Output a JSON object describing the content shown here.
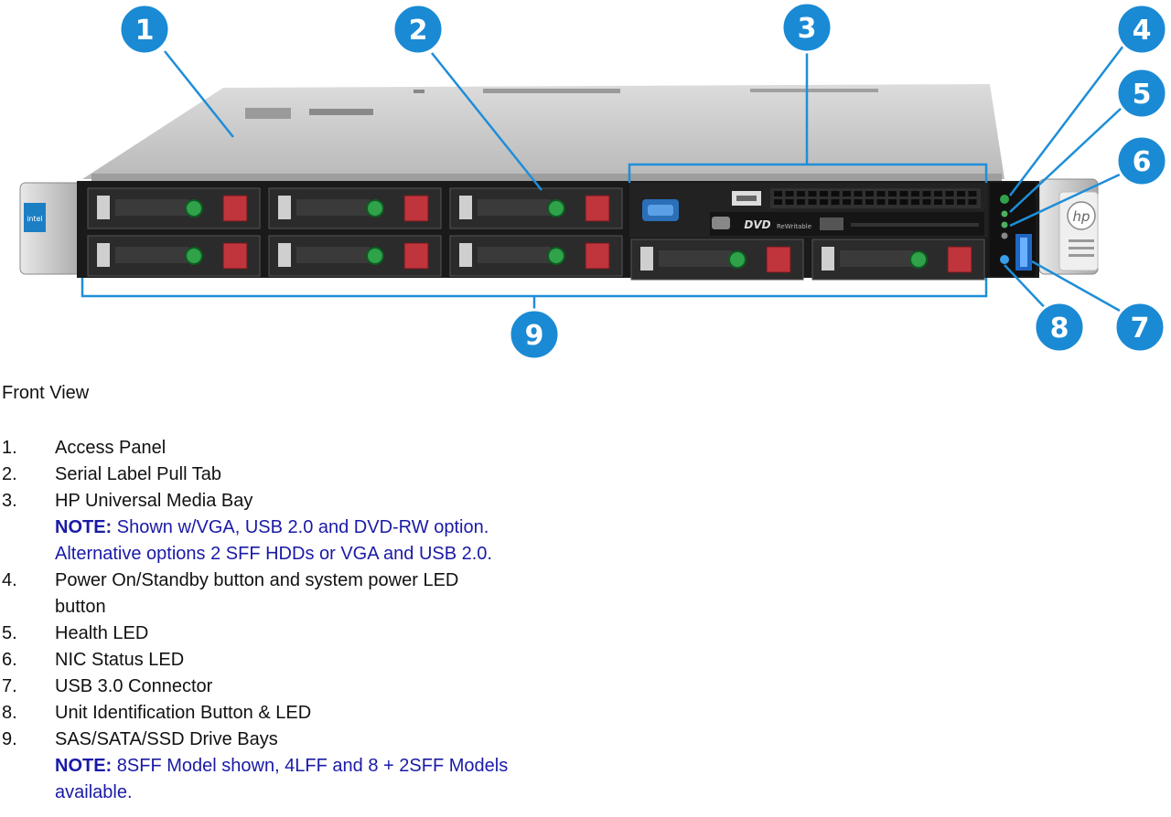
{
  "heading": "Front View",
  "callouts": [
    "1",
    "2",
    "3",
    "4",
    "5",
    "6",
    "7",
    "8",
    "9"
  ],
  "badge_text": {
    "intel": "intel",
    "hp": "hp",
    "dvd": "DVD",
    "dvd_sub": "ReWritable"
  },
  "colors": {
    "callout_blue": "#1a8ad4",
    "leader_blue": "#1e8ed8",
    "note_blue": "#1a1aa6",
    "drive_red": "#c0343c",
    "led_green": "#2fa24a"
  },
  "items": [
    {
      "num": "1.",
      "label": "Access Panel"
    },
    {
      "num": "2.",
      "label": "Serial Label Pull Tab"
    },
    {
      "num": "3.",
      "label": " HP Universal Media Bay",
      "note_prefix": "NOTE:",
      "note": " Shown w/VGA, USB 2.0 and DVD-RW option.",
      "note2": "Alternative options 2 SFF HDDs or VGA and USB 2.0."
    },
    {
      "num": "4.",
      "label": "Power On/Standby button and system power LED",
      "label2": "button"
    },
    {
      "num": "5.",
      "label": "Health LED"
    },
    {
      "num": "6.",
      "label": "NIC Status LED"
    },
    {
      "num": "7.",
      "label": "USB 3.0 Connector"
    },
    {
      "num": "8.",
      "label": "Unit Identification Button & LED"
    },
    {
      "num": "9.",
      "label": "SAS/SATA/SSD Drive Bays",
      "note_prefix": "NOTE:",
      "note": " 8SFF Model shown, 4LFF and 8 + 2SFF Models",
      "note2": "available."
    }
  ]
}
